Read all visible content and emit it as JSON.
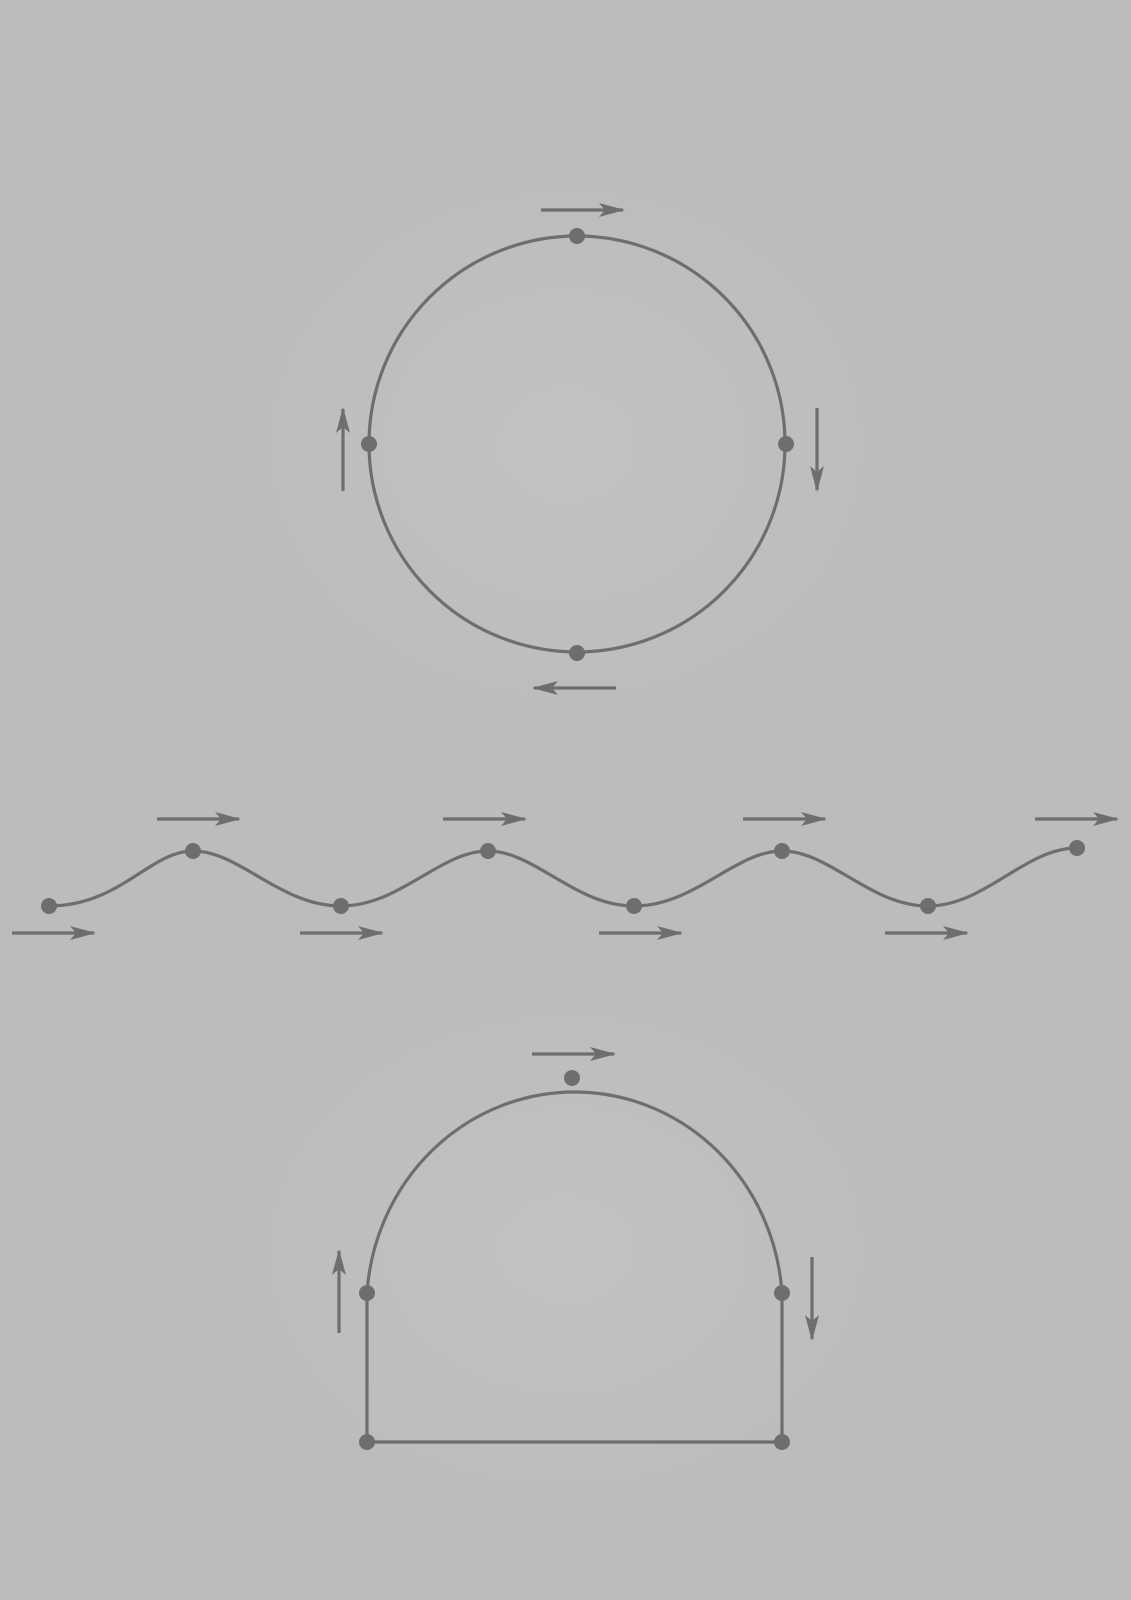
{
  "colors": {
    "background": "#bcbcbc",
    "stroke": "#6e6e6e",
    "dot": "#6e6e6e"
  },
  "figures": [
    {
      "id": "circle-trajectory",
      "shape": "circle",
      "points": [
        "top",
        "right",
        "bottom",
        "left"
      ],
      "arrows": [
        {
          "at": "top",
          "direction": "right"
        },
        {
          "at": "right",
          "direction": "down"
        },
        {
          "at": "bottom",
          "direction": "left"
        },
        {
          "at": "left",
          "direction": "up"
        }
      ]
    },
    {
      "id": "wave-trajectory",
      "shape": "wave",
      "crests": 4,
      "troughs": 4,
      "arrows_direction": "right"
    },
    {
      "id": "arch-trajectory",
      "shape": "arch-with-base",
      "points": [
        "top",
        "right-shoulder",
        "left-shoulder",
        "bottom-left",
        "bottom-right"
      ],
      "arrows": [
        {
          "at": "top",
          "direction": "right"
        },
        {
          "at": "right-shoulder",
          "direction": "down"
        },
        {
          "at": "left-shoulder",
          "direction": "up"
        }
      ]
    }
  ]
}
